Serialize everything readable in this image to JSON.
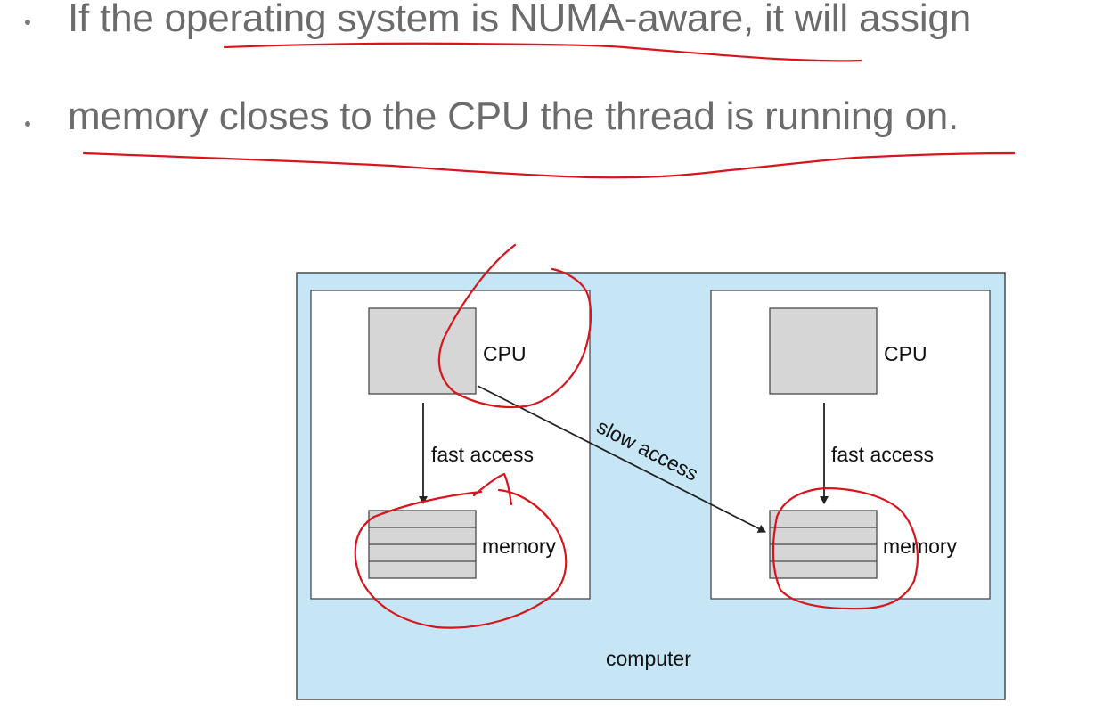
{
  "bullets": [
    {
      "text": "If the operating system is NUMA-aware, it will assign"
    },
    {
      "text": "memory closes to the CPU the thread is running on."
    }
  ],
  "diagram": {
    "left_node": {
      "cpu_label": "CPU",
      "link_label": "fast access",
      "memory_label": "memory"
    },
    "right_node": {
      "cpu_label": "CPU",
      "link_label": "fast access",
      "memory_label": "memory"
    },
    "cross_link_label": "slow access",
    "container_label": "computer"
  },
  "colors": {
    "bullet_text": "#6b6b6b",
    "computer_fill": "#c6e6f6",
    "node_fill": "#ffffff",
    "cpu_fill": "#d6d6d6",
    "memory_fill": "#d6d6d6",
    "annotation_ink": "#d8151d"
  }
}
